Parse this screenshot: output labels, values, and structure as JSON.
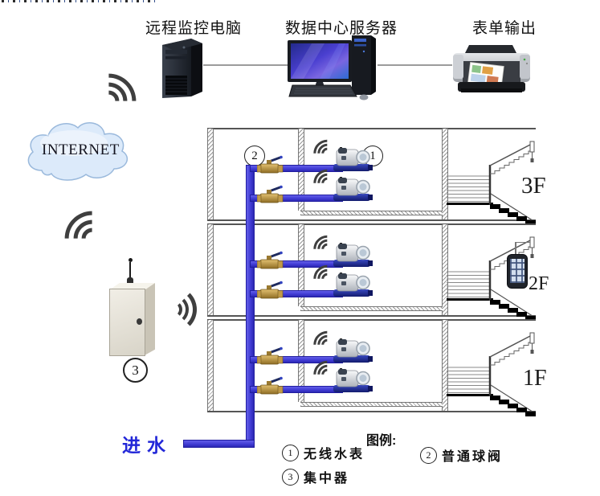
{
  "top_devices": {
    "remote_pc_label": "远程监控电脑",
    "server_label": "数据中心服务器",
    "printer_label": "表单输出"
  },
  "internet": {
    "label": "INTERNET"
  },
  "building": {
    "floors": [
      {
        "label": "3F"
      },
      {
        "label": "2F"
      },
      {
        "label": "1F"
      }
    ],
    "meter_marker": "1",
    "valve_marker": "2"
  },
  "concentrator": {
    "marker": "3"
  },
  "inlet": {
    "label": "进水"
  },
  "legend": {
    "title": "图例:",
    "items": [
      {
        "num": "1",
        "label": "无线水表"
      },
      {
        "num": "2",
        "label": "普通球阀"
      },
      {
        "num": "3",
        "label": "集中器"
      }
    ]
  },
  "colors": {
    "pipe": "#4440dc",
    "pipe_edge": "#201da0",
    "brass_valve": "#c49a4a",
    "wifi_arcs": "#3f3f3f",
    "inlet_text": "#2227d8",
    "cloud_fill": "#dceafa",
    "cloud_edge": "#9ab9dc"
  },
  "icons": {
    "wifi": "signal-arcs",
    "cloud": "internet-cloud",
    "meter": "wireless-water-meter",
    "valve": "ball-valve",
    "concentrator": "collector-box",
    "phone": "smartphone",
    "tower_pc": "tower-computer",
    "server": "desktop-computer",
    "printer": "inkjet-printer"
  }
}
